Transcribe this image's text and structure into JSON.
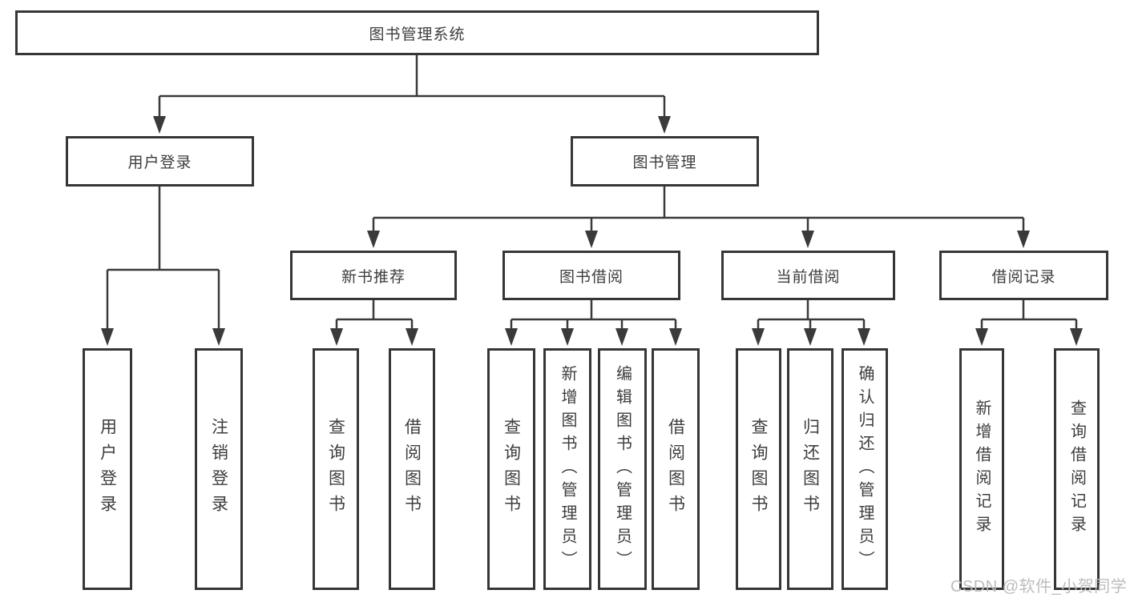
{
  "diagram": {
    "root": "图书管理系统",
    "branches": [
      {
        "label": "用户登录",
        "children": [
          "用户登录",
          "注销登录"
        ]
      },
      {
        "label": "图书管理",
        "sections": [
          {
            "label": "新书推荐",
            "children": [
              "查询图书",
              "借阅图书"
            ]
          },
          {
            "label": "图书借阅",
            "children": [
              "查询图书",
              "新增图书（管理员）",
              "编辑图书（管理员）",
              "借阅图书"
            ]
          },
          {
            "label": "当前借阅",
            "children": [
              "查询图书",
              "归还图书",
              "确认归还（管理员）"
            ]
          },
          {
            "label": "借阅记录",
            "children": [
              "新增借阅记录",
              "查询借阅记录"
            ]
          }
        ]
      }
    ]
  },
  "colors": {
    "line": "#3a3a3a",
    "box_border": "#363636",
    "text": "#3d3d3d",
    "watermark": "#bdbdbd",
    "background": "#ffffff"
  },
  "watermark": "CSDN @软件_小贺同学"
}
